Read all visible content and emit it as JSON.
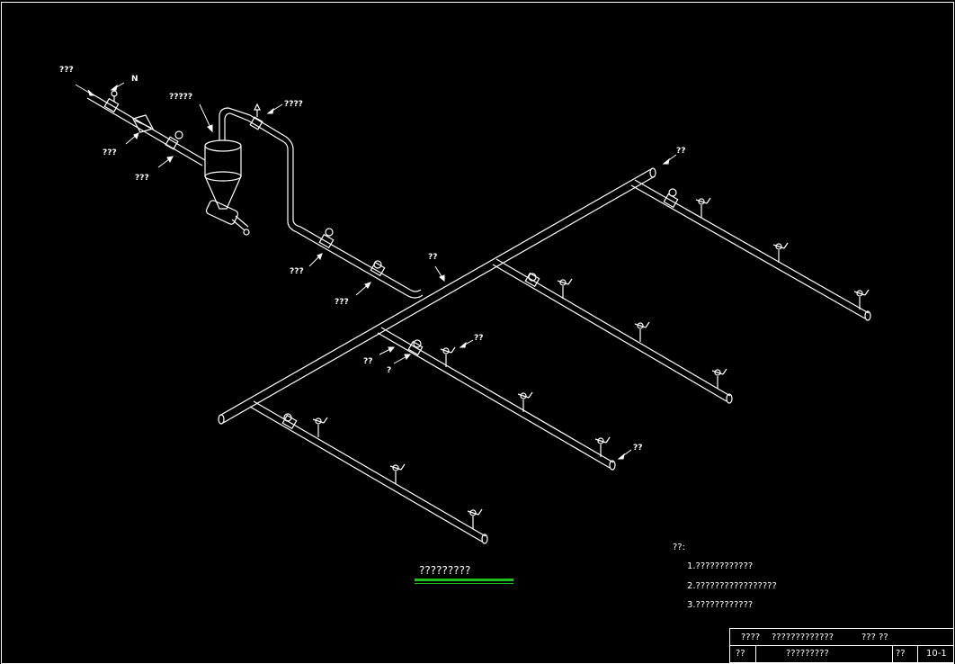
{
  "labels": {
    "inlet": "???",
    "valve_mark": "N",
    "tank": "?????",
    "gauge_top": "????",
    "filter": "???",
    "flow_meter": "???",
    "gauge_mid": "???",
    "valve_mid": "???",
    "main": "??",
    "end_top": "??",
    "branch_valve": "??",
    "branch_tee": "?",
    "sprinkler": "??",
    "end_bottom": "??"
  },
  "title": "?????????",
  "notes": {
    "heading": "??:",
    "items": [
      "1.????????????",
      "2.?????????????????",
      "3.????????????"
    ]
  },
  "title_block": {
    "r1c1": "????",
    "r1c2": "?????????????",
    "r1c3": "??? ??",
    "r2c1": "??",
    "r2c2": "?????????",
    "r2c3": "??",
    "r2c4": "10-1"
  },
  "colors": {
    "background": "#000000",
    "line": "#ffffff",
    "title_underline": "#1ec01e"
  }
}
